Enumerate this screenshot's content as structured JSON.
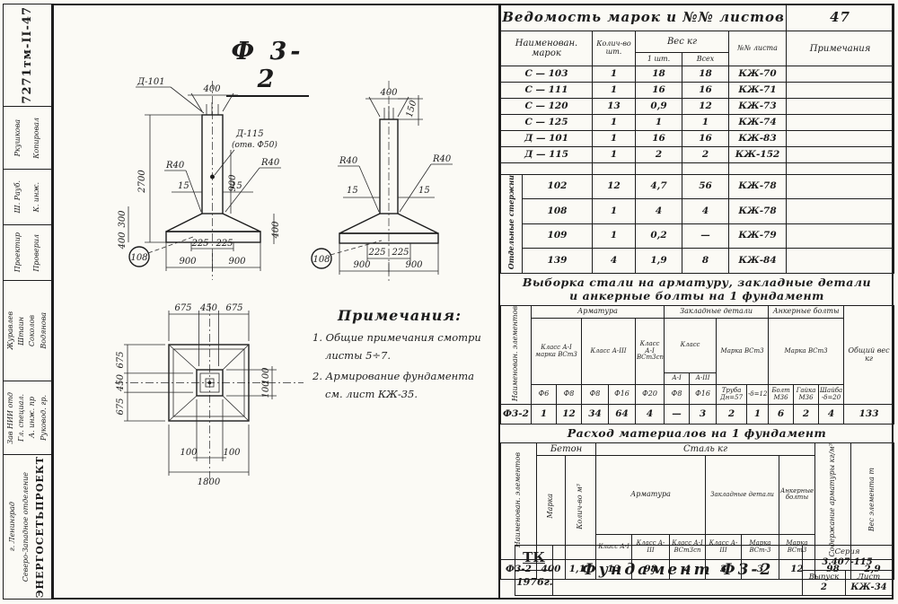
{
  "sidebar": {
    "doc_number": "7271тм-II-47",
    "row1": [
      "Ркушкова",
      "Копировал"
    ],
    "row2": [
      "Ш. Рауб.",
      "К. инж."
    ],
    "row3": [
      "Проектир",
      "Проверил"
    ],
    "names": [
      "Журавлев",
      "Штаин",
      "Соколов",
      "Водянова"
    ],
    "roles": [
      "Зав НИИ отд",
      "Гл. специал.",
      "А. инж. пр",
      "Руковод. гр."
    ],
    "org": {
      "name": "ЭНЕРГОСЕТЬПРОЕКТ",
      "branch": "Северо-Западное отделение",
      "city": "г. Ленинград"
    }
  },
  "drawing": {
    "title": "Ф 3-2",
    "front": {
      "d101": "Д-101",
      "top_width": "400",
      "height": "2700",
      "d115": "Д-115",
      "d115_note": "(отв. Ф50)",
      "r40": "R40",
      "dim15": "15",
      "dim900": "900",
      "dim300": "300",
      "dim400": "400",
      "dim225": "225",
      "base900": "900",
      "detail": "108"
    },
    "side": {
      "top_width": "400",
      "dim150": "150",
      "r40": "R40",
      "dim15": "15",
      "dim225": "225",
      "base900": "900",
      "detail": "108"
    },
    "plan": {
      "top": [
        "675",
        "450",
        "675"
      ],
      "left": [
        "675",
        "450",
        "675"
      ],
      "right": [
        "100",
        "100"
      ],
      "bottom": [
        "100",
        "100"
      ],
      "total": "1800"
    },
    "notes": {
      "title": "Примечания:",
      "line1": "1. Общие примечания смотри",
      "line1b": "листы 5÷7.",
      "line2": "2. Армирование фундамента",
      "line2b": "см. лист  КЖ-35."
    }
  },
  "vedomost": {
    "title": "Ведомость марок и №№ листов",
    "page": "47",
    "headers": {
      "name": "Наименован. марок",
      "qty": "Колич-во шт.",
      "weight": "Вес  кг",
      "w1": "1 шт.",
      "wall": "Всех",
      "sheet": "№№ листа",
      "notes": "Примечания"
    },
    "rows": [
      [
        "С — 103",
        "1",
        "18",
        "18",
        "КЖ-70"
      ],
      [
        "С — 111",
        "1",
        "16",
        "16",
        "КЖ-71"
      ],
      [
        "С — 120",
        "13",
        "0,9",
        "12",
        "КЖ-73"
      ],
      [
        "С — 125",
        "1",
        "1",
        "1",
        "КЖ-74"
      ],
      [
        "Д — 101",
        "1",
        "16",
        "16",
        "КЖ-83"
      ],
      [
        "Д — 115",
        "1",
        "2",
        "2",
        "КЖ-152"
      ]
    ],
    "group_label": "Отдельные стержни",
    "group_rows": [
      [
        "102",
        "12",
        "4,7",
        "56",
        "КЖ-78"
      ],
      [
        "108",
        "1",
        "4",
        "4",
        "КЖ-78"
      ],
      [
        "109",
        "1",
        "0,2",
        "—",
        "КЖ-79"
      ],
      [
        "139",
        "4",
        "1,9",
        "8",
        "КЖ-84"
      ]
    ]
  },
  "vyborka": {
    "title1": "Выборка стали на арматуру, закладные детали",
    "title2": "и анкерные болты на 1 фундамент",
    "col_element": "Наименован. элементов",
    "g_armatura": "Арматура",
    "g_zakladnye": "Закладные детали",
    "g_ankernye": "Анкерные болты",
    "c_a1_vst3": "Класс А-I марка ВСт3",
    "c_a3": "Класс А-III",
    "c_a1_sp": "Класс А-I ВСт3сп",
    "c_klass": "Класс",
    "c_a1": "А-I",
    "c_a3s": "А-III",
    "c_marka": "Марка ВСт3",
    "c_marka2": "Марка ВСт3",
    "total": "Общий вес кг",
    "f6": "Ф6",
    "f8": "Ф8",
    "f8b": "Ф8",
    "f16": "Ф16",
    "f20": "Ф20",
    "f8z": "Ф8",
    "f16z": "Ф16",
    "truba": "Труба Дн=57",
    "delta12": "-δ=12",
    "bolt": "Болт М36",
    "gaika": "Гайка М36",
    "shaiba": "Шайба -δ=20",
    "row": [
      "Ф3-2",
      "1",
      "12",
      "34",
      "64",
      "4",
      "—",
      "3",
      "2",
      "1",
      "6",
      "2",
      "4",
      "133"
    ]
  },
  "rashod": {
    "title": "Расход материалов на 1 фундамент",
    "col_element": "Наименован. элементов",
    "g_beton": "Бетон",
    "c_marka": "Марка",
    "c_kol": "Колич-во м³",
    "g_stal": "Сталь  кг",
    "g_armatura": "Арматура",
    "g_zakladnye": "Закладные детали",
    "g_ankernye": "Анкерные болты",
    "c_a1": "Класс А-I",
    "c_a3": "Класс А-III",
    "c_a1sp": "Класс А-I ВСт3сп",
    "c_za3": "Класс А-III",
    "c_zm": "Марка ВСт-3",
    "c_am": "Марка ВСт3",
    "c_soderzh": "Содержание арматуры кг/м³",
    "c_ves": "Вес элемента т",
    "row": [
      "Ф3-2",
      "400",
      "1,17",
      "13",
      "98",
      "4",
      "3",
      "3",
      "12",
      "98",
      "2,9"
    ]
  },
  "titleblock": {
    "tk": "ТК",
    "year": "1976г.",
    "name": "Фундамент  Ф3-2",
    "seria_label": "Серия",
    "seria": "3.407-115",
    "vypusk_label": "Выпуск",
    "vypusk": "2",
    "list_label": "Лист",
    "list": "КЖ-34"
  }
}
